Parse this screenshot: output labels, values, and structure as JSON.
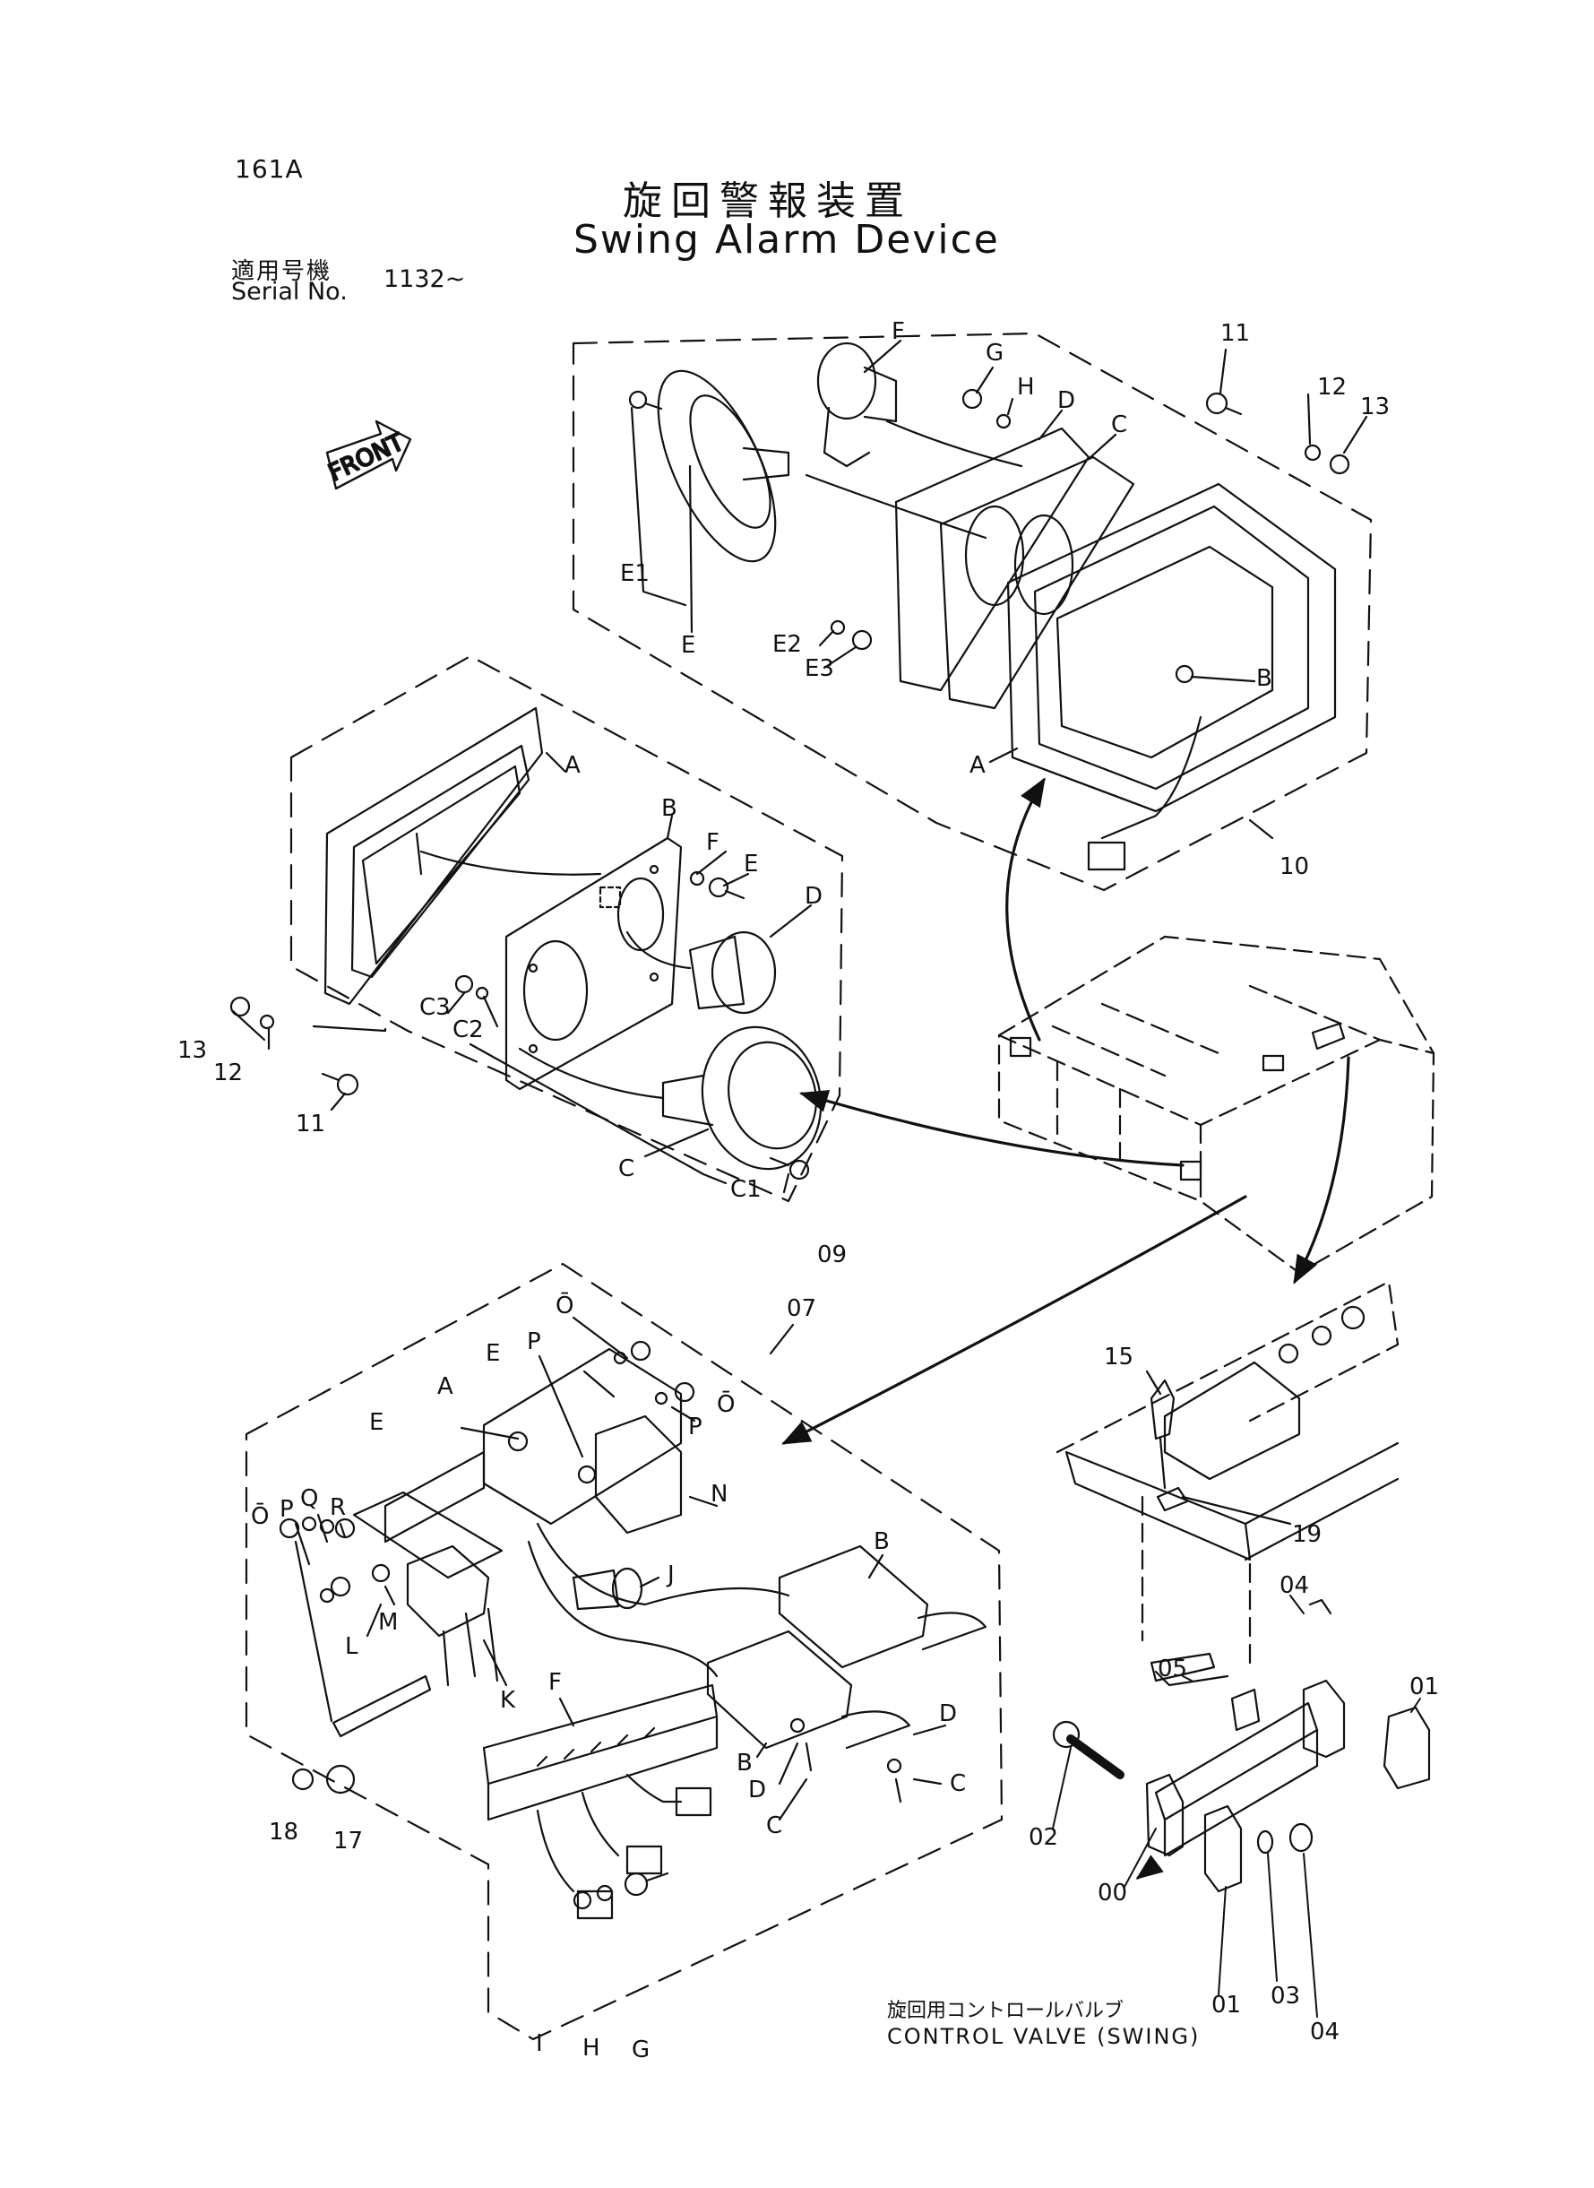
{
  "header": {
    "page_code": "161A",
    "title_jp": "旋回警報装置",
    "title_en": "Swing Alarm Device",
    "serial_label_jp": "適用号機",
    "serial_label_en": "Serial No.",
    "serial_value": "1132~"
  },
  "front_label": "FRONT",
  "control_valve": {
    "label_jp": "旋回用コントロールバルブ",
    "label_en": "CONTROL VALVE (SWING)"
  },
  "callouts": {
    "g10": [
      "11",
      "12",
      "13",
      "F",
      "G",
      "H",
      "D",
      "C",
      "E1",
      "E",
      "E2",
      "E3",
      "B",
      "A",
      "10"
    ],
    "g09": [
      "A",
      "B",
      "F",
      "E",
      "D",
      "13",
      "12",
      "11",
      "C3",
      "C2",
      "C",
      "C1",
      "09"
    ],
    "g07": [
      "07",
      "Ō",
      "P",
      "E",
      "A",
      "P",
      "Ō",
      "E",
      "R",
      "Q",
      "P",
      "Ō",
      "N",
      "B",
      "J",
      "M",
      "L",
      "K",
      "F",
      "B",
      "D",
      "C",
      "D",
      "C",
      "18",
      "17",
      "I",
      "H",
      "G"
    ],
    "right": [
      "15",
      "19",
      "04",
      "05",
      "01",
      "02",
      "00",
      "01",
      "03",
      "04"
    ]
  }
}
